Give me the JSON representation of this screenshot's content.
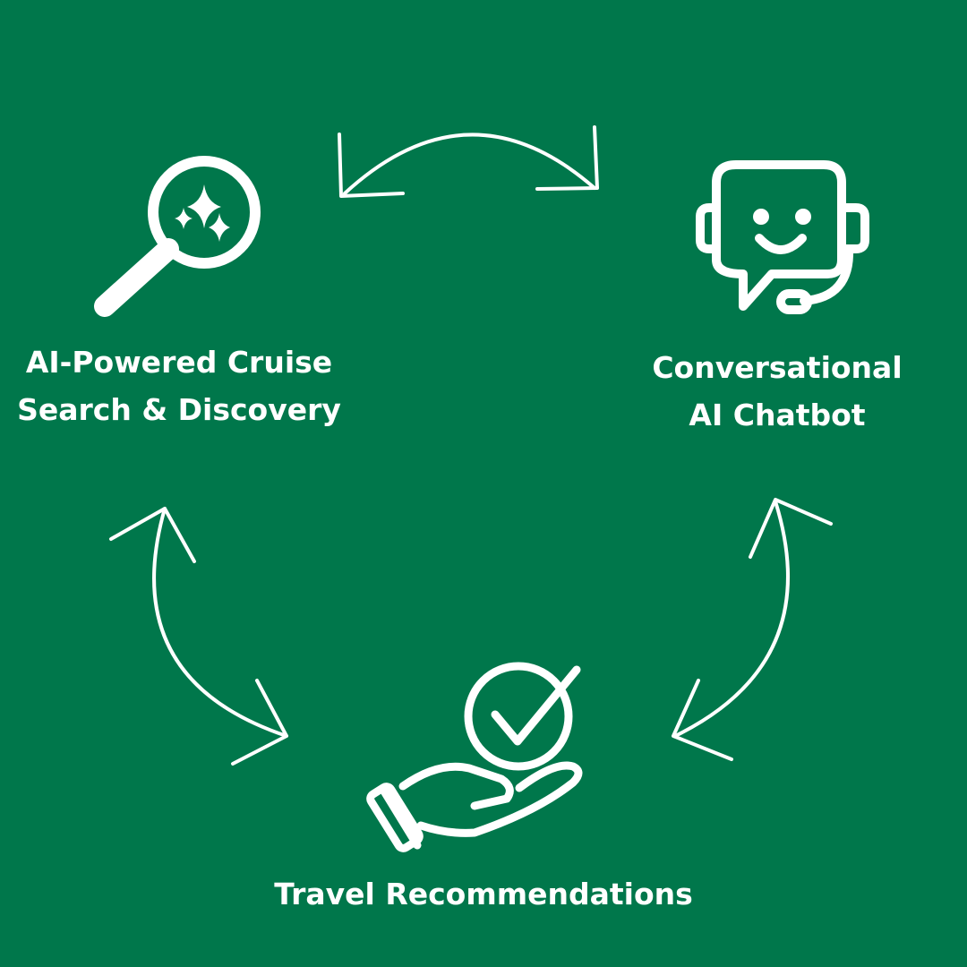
{
  "background_color": "#00774b",
  "foreground_color": "#ffffff",
  "nodes": {
    "search": {
      "icon": "magnifier-sparkles-icon",
      "lines": [
        "AI-Powered Cruise",
        "Search & Discovery"
      ]
    },
    "chatbot": {
      "icon": "chatbot-headset-icon",
      "lines": [
        "Conversational",
        "AI Chatbot"
      ]
    },
    "travel": {
      "icon": "hand-checkmark-icon",
      "lines": [
        "Travel Recommendations"
      ]
    }
  },
  "connectors": [
    {
      "from": "search",
      "to": "chatbot",
      "direction": "bidirectional"
    },
    {
      "from": "chatbot",
      "to": "travel",
      "direction": "bidirectional"
    },
    {
      "from": "travel",
      "to": "search",
      "direction": "bidirectional"
    }
  ]
}
